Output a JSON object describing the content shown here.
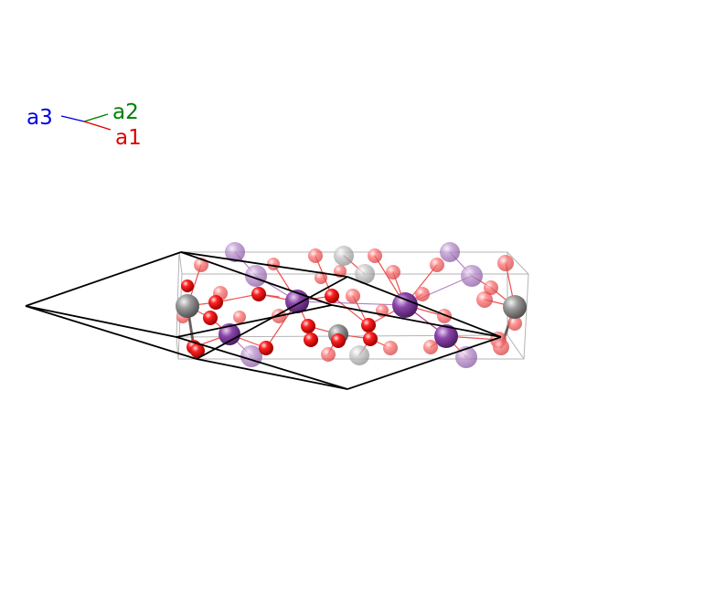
{
  "axes": {
    "a1": {
      "label": "a1",
      "color": "#e00000"
    },
    "a2": {
      "label": "a2",
      "color": "#008000"
    },
    "a3": {
      "label": "a3",
      "color": "#0000e0"
    }
  },
  "colors": {
    "background": "#ffffff",
    "primitive_cell_edges": "#000000",
    "conventional_cell_edges": "#b4b4b4",
    "oxygen_atom": "#ff0000",
    "purple_atom": "#8c46aa",
    "gray_atom": "#909090",
    "bonds_red": "#ee2222",
    "bonds_purple": "#8c46aa"
  }
}
